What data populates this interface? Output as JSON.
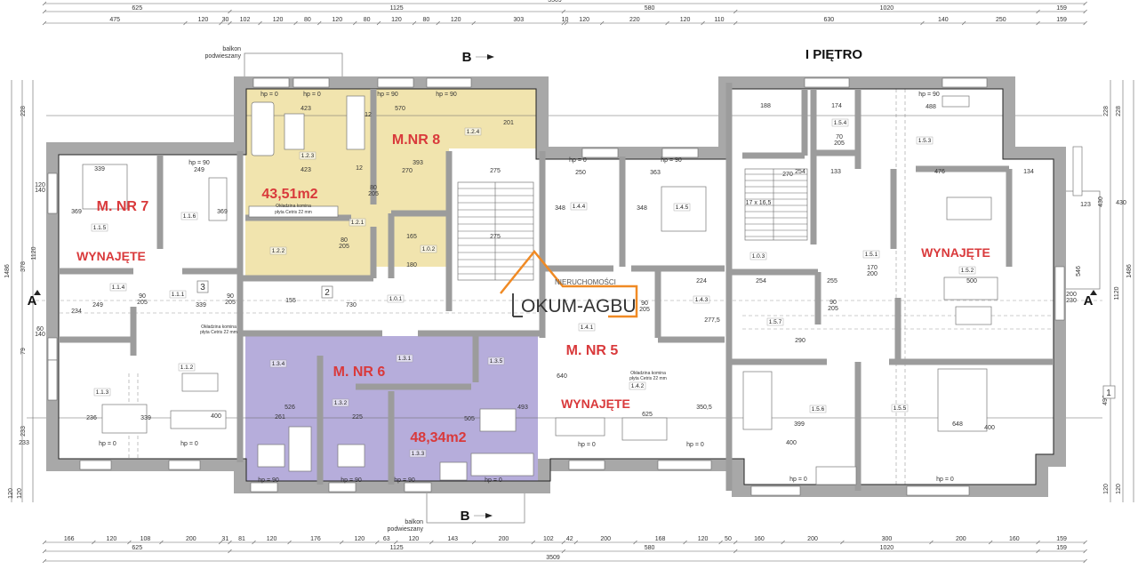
{
  "title": "I PIĘTRO",
  "colors": {
    "m8_fill": "#f1e4ae",
    "m6_fill": "#b6addb",
    "label_red": "#d9393b",
    "logo_orange": "#f08a24",
    "wall": "#a8a8a8"
  },
  "apartments": {
    "m8": {
      "name": "M.NR 8",
      "area": "43,51m2"
    },
    "m7": {
      "name": "M. NR 7",
      "status": "WYNAJĘTE"
    },
    "m6": {
      "name": "M. NR 6",
      "area": "48,34m2"
    },
    "m5": {
      "name": "M. NR 5",
      "status": "WYNAJĘTE"
    },
    "right": {
      "status": "WYNAJĘTE"
    }
  },
  "logo": {
    "tagline": "NIERUCHOMOŚCI",
    "name": "OKUM-AGBU",
    "initial": "L"
  },
  "markers": {
    "section_b": "B",
    "section_a": "A",
    "axis_1": "1",
    "axis_2": "2",
    "axis_3": "3"
  },
  "notes": {
    "balcony_line1": "balkon",
    "balcony_line2": "podwieszany",
    "chimney_line1": "Okładzina komina",
    "chimney_line2": "płyta Cetris 22 mm"
  },
  "rooms": [
    "1.2.3",
    "1.2.4",
    "1.2.1",
    "1.2.2",
    "1.0.2",
    "1.1.5",
    "1.1.6",
    "1.1.4",
    "1.1.1",
    "1.1.2",
    "1.1.3",
    "1.3.4",
    "1.3.1",
    "1.3.5",
    "1.3.2",
    "1.3.3",
    "1.4.4",
    "1.4.5",
    "1.4.3",
    "1.4.1",
    "1.4.2",
    "1.0.3",
    "1.5.4",
    "1.5.3",
    "1.5.1",
    "1.5.2",
    "1.5.7",
    "1.5.6",
    "1.5.5",
    "1.0.1"
  ],
  "hp": {
    "zero": "hp = 0",
    "ninety": "hp = 90"
  },
  "room_dims": [
    "423",
    "423",
    "570",
    "270",
    "12",
    "12",
    "393",
    "201",
    "80",
    "205",
    "80",
    "205",
    "275",
    "275",
    "165",
    "180",
    "339",
    "249",
    "369",
    "369",
    "249",
    "339",
    "234",
    "236",
    "339",
    "400",
    "233",
    "90",
    "205",
    "90",
    "205",
    "730",
    "155",
    "261",
    "526",
    "225",
    "505",
    "493",
    "250",
    "363",
    "348",
    "348",
    "224",
    "277,5",
    "640",
    "625",
    "350,5",
    "90",
    "205",
    "188",
    "174",
    "488",
    "70",
    "205",
    "254",
    "133",
    "476",
    "134",
    "254",
    "255",
    "170",
    "200",
    "500",
    "123",
    "430",
    "399",
    "648",
    "400",
    "400",
    "290",
    "90",
    "205",
    "270",
    "17 x 16,5"
  ],
  "dimensions": {
    "top_total": [
      3509
    ],
    "top_main": [
      625,
      1125,
      580,
      1020,
      159
    ],
    "top_detail": [
      475,
      120,
      30,
      102,
      120,
      80,
      120,
      80,
      120,
      80,
      120,
      303,
      10,
      120,
      220,
      120,
      110,
      630,
      140,
      250,
      159
    ],
    "bottom_detail": [
      166,
      120,
      108,
      200,
      31,
      81,
      120,
      176,
      120,
      63,
      120,
      143,
      200,
      102,
      42,
      200,
      168,
      120,
      50,
      160,
      200,
      300,
      200,
      160,
      159
    ],
    "bottom_main": [
      625,
      1125,
      580,
      1020,
      159
    ],
    "bottom_total": [
      3509
    ],
    "left_side": [
      "228",
      "378",
      "1120",
      "1486",
      "120",
      "140",
      "60",
      "140",
      "79",
      "233",
      "120",
      "120"
    ],
    "right_side": [
      "228",
      "228",
      "430",
      "546",
      "200",
      "230",
      "1120",
      "1486",
      "490",
      "120",
      "120"
    ]
  }
}
